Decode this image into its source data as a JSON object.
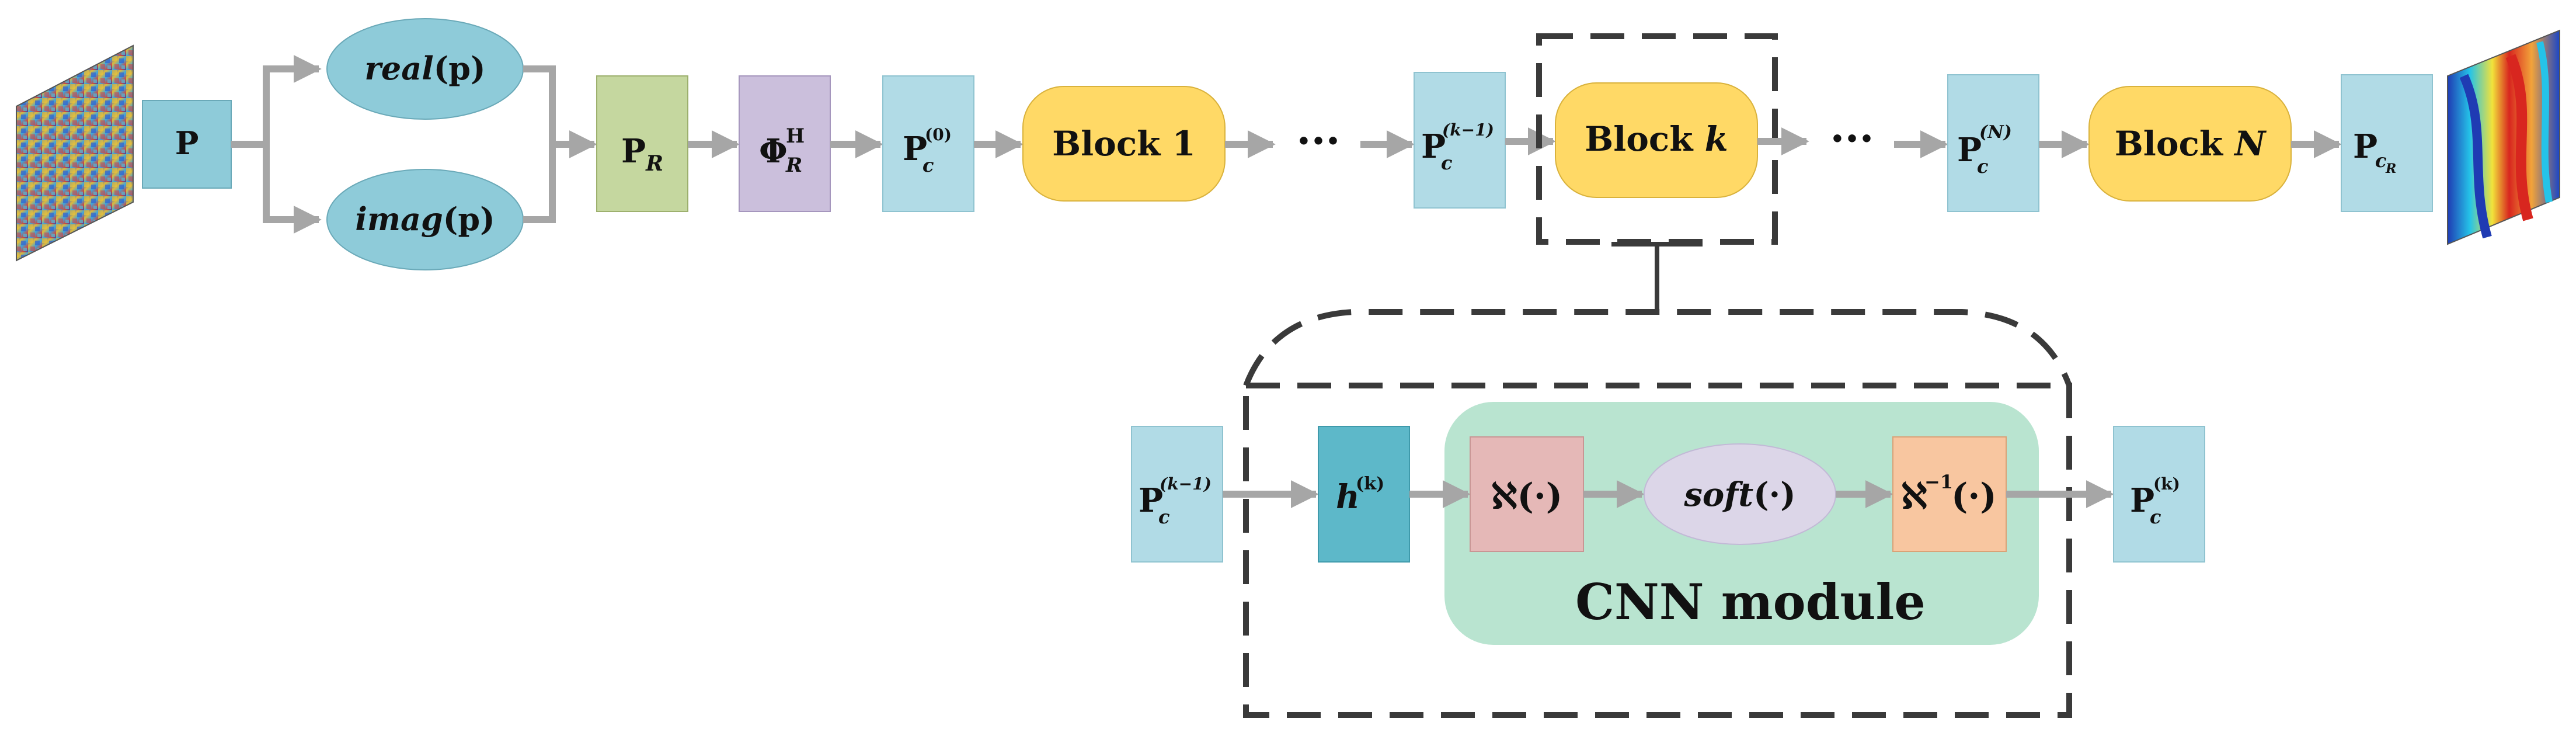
{
  "colors": {
    "arrow": "#a6a6a6",
    "box_light_blue": "#b1dbe6",
    "box_mid_blue": "#8ecbd9",
    "box_green": "#c5d79f",
    "box_purple": "#cbbfdc",
    "block_yellow": "#ffd966",
    "teal_dark": "#5db8c9",
    "pink": "#e5b8b7",
    "orange": "#f8c6a0",
    "lavender": "#dcd6e8",
    "cnn_green": "#b9e4d0",
    "dash": "#3a3a3a"
  },
  "top_row": {
    "p_label": "P",
    "real_fn": "real",
    "real_arg": "(p)",
    "imag_fn": "imag",
    "imag_arg": "(p)",
    "pr_base": "P",
    "pr_sub": "R",
    "phi_base": "Φ",
    "phi_sup": "H",
    "phi_sub": "R",
    "pc0_base": "P",
    "pc0_sub": "c",
    "pc0_sup": "(0)",
    "block1_label": "Block 1",
    "dots1": "···",
    "pckm1_base": "P",
    "pckm1_sub": "c",
    "pckm1_sup": "(k−1)",
    "blockk_text": "Block ",
    "blockk_var": "k",
    "dots2": "···",
    "pcN_base": "P",
    "pcN_sub": "c",
    "pcN_sup": "(N)",
    "blockN_text": "Block ",
    "blockN_var": "N",
    "pcr_base": "P",
    "pcr_sub": "c",
    "pcr_subsub": "R"
  },
  "detail": {
    "in_base": "P",
    "in_sub": "c",
    "in_sup": "(k−1)",
    "h_base": "h",
    "h_sup": "(k)",
    "aleph_label": "ℵ(·)",
    "soft_fn": "soft",
    "soft_arg": "(·)",
    "aleph_inv_base": "ℵ",
    "aleph_inv_sup": "−1",
    "aleph_inv_arg": "(·)",
    "out_base": "P",
    "out_sub": "c",
    "out_sup": "(k)",
    "cnn_title": "CNN module"
  }
}
